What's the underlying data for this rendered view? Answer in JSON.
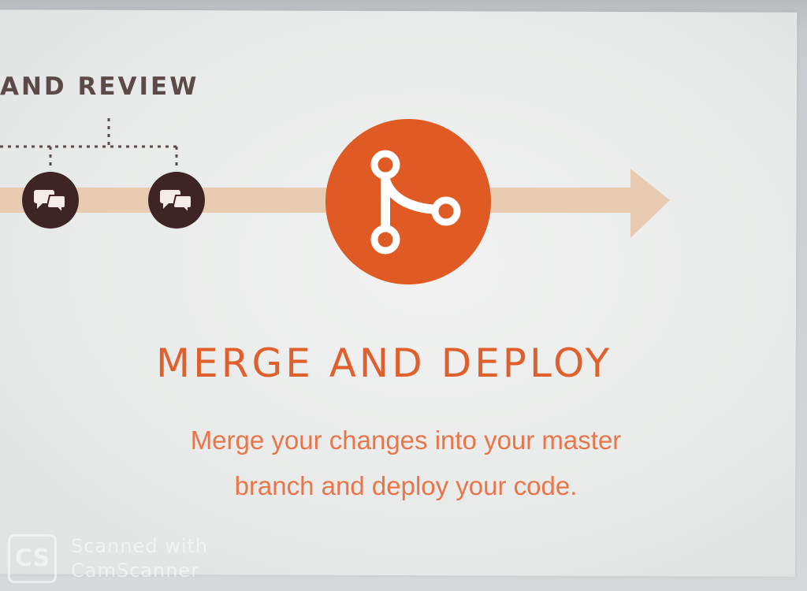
{
  "section": {
    "previous_step_label": "AND REVIEW"
  },
  "main": {
    "title": "MERGE AND DEPLOY",
    "description": "Merge your changes into your master branch and deploy your code."
  },
  "watermark": {
    "logo_text": "CS",
    "line1": "Scanned with",
    "line2": "CamScanner"
  },
  "icons": {
    "merge_icon": "git-merge-icon",
    "comment_icon": "comment-bubbles-icon",
    "arrow_icon": "arrow-right-icon"
  },
  "colors": {
    "accent_orange": "#e05a24",
    "timeline_beige": "#e8cbb1",
    "comment_dark": "#3f2425",
    "label_dark": "#5c4a49",
    "text_orange": "#e8764a"
  }
}
